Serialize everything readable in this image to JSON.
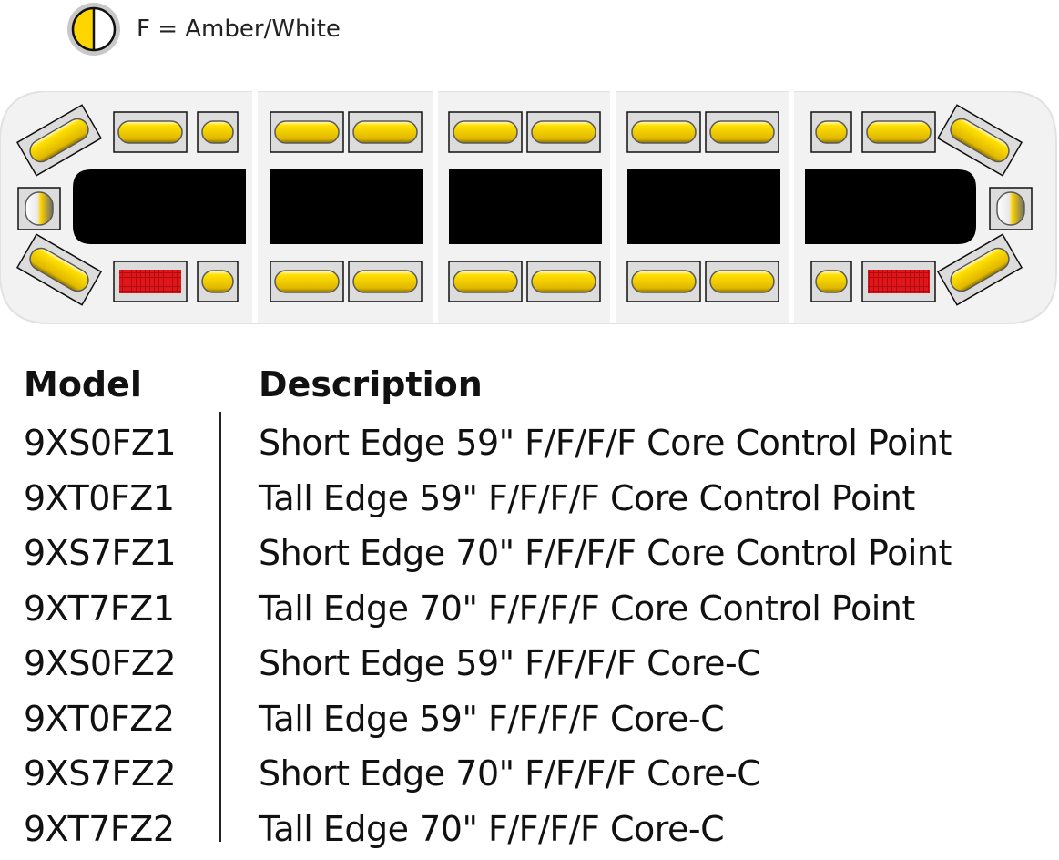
{
  "legend": {
    "label": "F = Amber/White",
    "icon": "amber-white-half-circle-icon",
    "colors": {
      "amber": "#ffd500",
      "white": "#ffffff"
    }
  },
  "lightbar": {
    "sections": 5,
    "colors": {
      "housing": "#f2f2f2",
      "module_face": "#dcdcdc",
      "lens_amber": "#ffd500",
      "red_module": "#e0161a",
      "control_block": "#000000"
    }
  },
  "table": {
    "headers": {
      "model": "Model",
      "description": "Description"
    },
    "rows": [
      {
        "model": "9XS0FZ1",
        "description": "Short Edge 59\" F/F/F/F Core Control Point"
      },
      {
        "model": "9XT0FZ1",
        "description": "Tall Edge 59\" F/F/F/F Core Control Point"
      },
      {
        "model": "9XS7FZ1",
        "description": "Short Edge 70\" F/F/F/F Core Control Point"
      },
      {
        "model": "9XT7FZ1",
        "description": "Tall Edge 70\" F/F/F/F Core Control Point"
      },
      {
        "model": "9XS0FZ2",
        "description": "Short Edge 59\" F/F/F/F Core-C"
      },
      {
        "model": "9XT0FZ2",
        "description": "Tall Edge 59\" F/F/F/F Core-C"
      },
      {
        "model": "9XS7FZ2",
        "description": "Short Edge 70\" F/F/F/F Core-C"
      },
      {
        "model": "9XT7FZ2",
        "description": "Tall Edge 70\" F/F/F/F Core-C"
      }
    ]
  }
}
